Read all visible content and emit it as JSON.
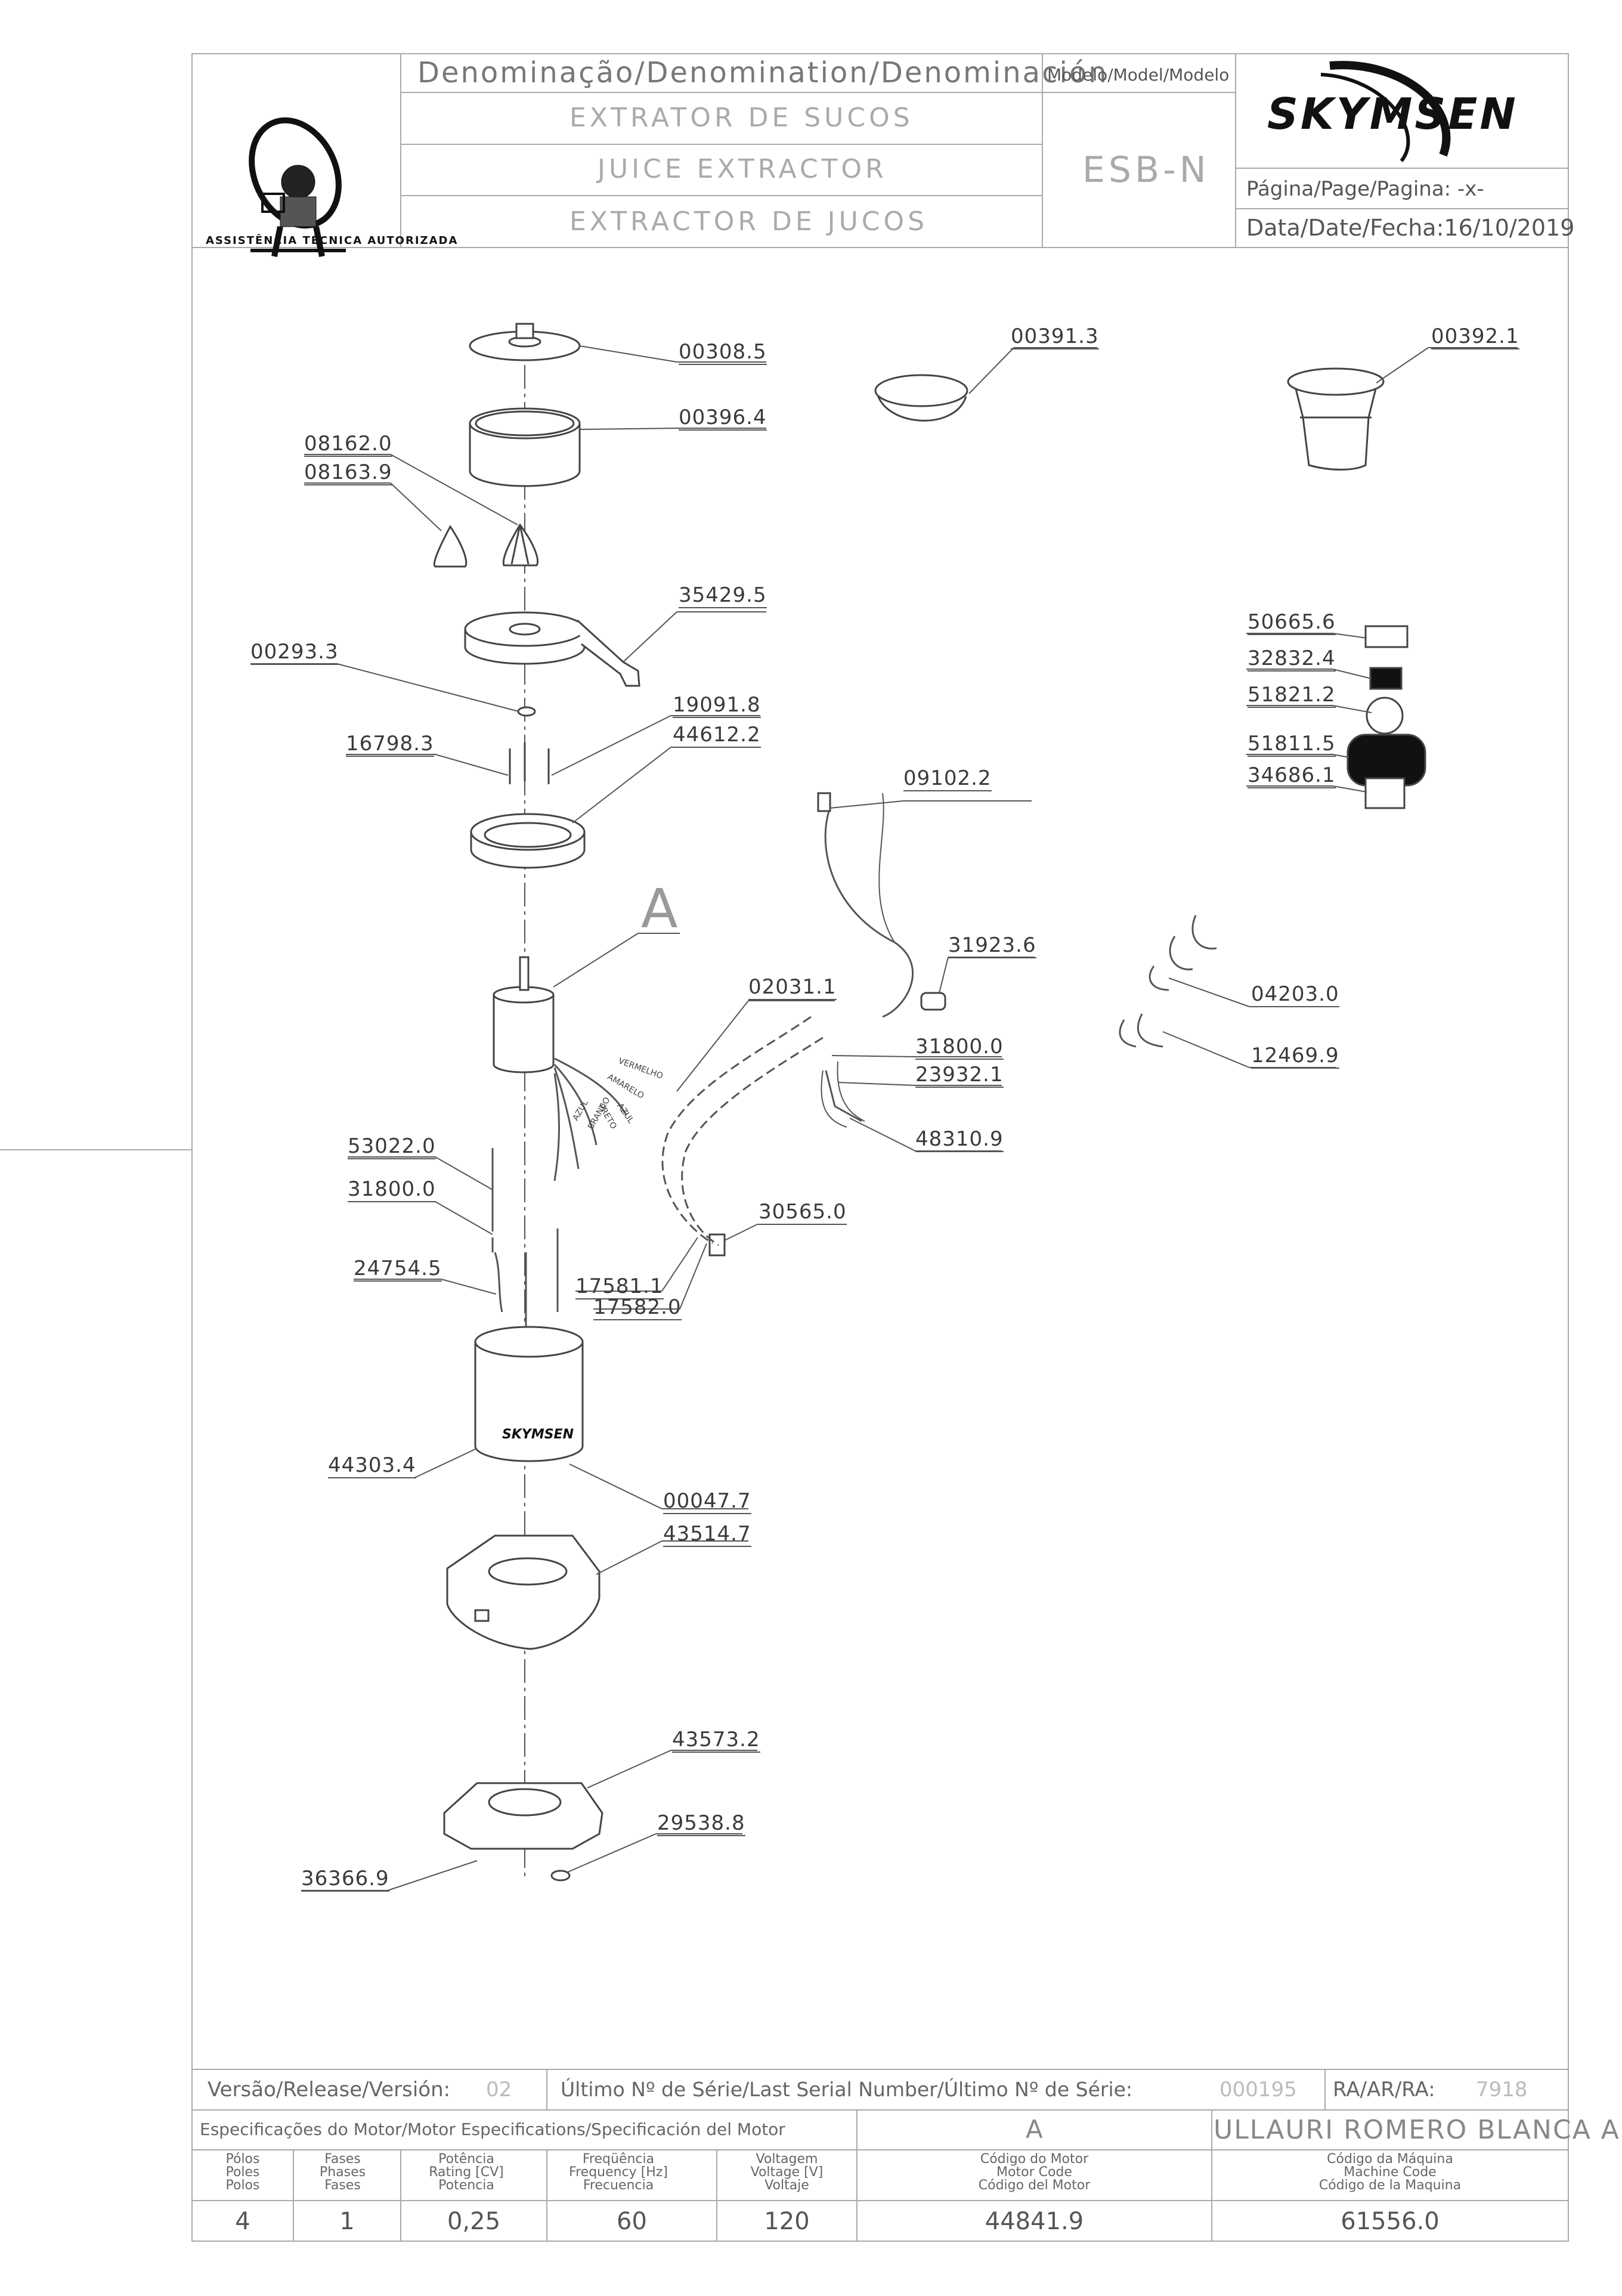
{
  "header": {
    "denomination_title": "Denominação/Denomination/Denominación",
    "name_pt": "EXTRATOR DE SUCOS",
    "name_en": "JUICE EXTRACTOR",
    "name_es": "EXTRACTOR DE JUCOS",
    "model_label": "Modelo/Model/Modelo",
    "model_value": "ESB-N",
    "brand": "SKYMSEN",
    "page_label": "Página/Page/Pagina: -x-",
    "date_label": "Data/Date/Fecha:16/10/2019",
    "seal_text": "ASSISTÊNCIA TÉCNICA AUTORIZADA"
  },
  "parts": {
    "p00308_5": "00308.5",
    "p00396_4": "00396.4",
    "p08162_0": "08162.0",
    "p08163_9": "08163.9",
    "p35429_5": "35429.5",
    "p00293_3": "00293.3",
    "p19091_8": "19091.8",
    "p16798_3": "16798.3",
    "p44612_2": "44612.2",
    "p00391_3": "00391.3",
    "p00392_1": "00392.1",
    "p50665_6": "50665.6",
    "p32832_4": "32832.4",
    "p51821_2": "51821.2",
    "p51811_5": "51811.5",
    "p34686_1": "34686.1",
    "p09102_2": "09102.2",
    "p31923_6": "31923.6",
    "p02031_1": "02031.1",
    "p31800_0a": "31800.0",
    "p23932_1": "23932.1",
    "p48310_9": "48310.9",
    "p04203_0": "04203.0",
    "p12469_9": "12469.9",
    "p53022_0": "53022.0",
    "p31800_0b": "31800.0",
    "p24754_5": "24754.5",
    "p30565_0": "30565.0",
    "p17581_1": "17581.1",
    "p17582_0": "17582.0",
    "p44303_4": "44303.4",
    "p00047_7": "00047.7",
    "p43514_7": "43514.7",
    "p43573_2": "43573.2",
    "p29538_8": "29538.8",
    "p36366_9": "36366.9"
  },
  "motor_label": "A",
  "wire_labels": [
    "VERMELHO",
    "AMARELO",
    "AZUL",
    "PRETO",
    "AZUL",
    "BRANCO"
  ],
  "footer": {
    "version_label": "Versão/Release/Versión:",
    "version_value": "02",
    "serial_label": "Último Nº de Série/Last Serial Number/Último Nº de Série:",
    "serial_value": "000195",
    "ra_label": "RA/AR/RA:",
    "ra_value": "7918",
    "motor_spec_label": "Especificações do Motor/Motor Especifications/Specificación del Motor",
    "motor_ref": "A",
    "owner": "ULLAURI ROMERO BLANCA A.",
    "columns": [
      {
        "h1": "Pólos",
        "h2": "Poles",
        "h3": "Polos",
        "value": "4"
      },
      {
        "h1": "Fases",
        "h2": "Phases",
        "h3": "Fases",
        "value": "1"
      },
      {
        "h1": "Potência",
        "h2": "Rating [CV]",
        "h3": "Potencia",
        "value": "0,25"
      },
      {
        "h1": "Freqüência",
        "h2": "Frequency [Hz]",
        "h3": "Frecuencia",
        "value": "60"
      },
      {
        "h1": "Voltagem",
        "h2": "Voltage [V]",
        "h3": "Voltaje",
        "value": "120"
      },
      {
        "h1": "Código do Motor",
        "h2": "Motor Code",
        "h3": "Código del Motor",
        "value": "44841.9"
      },
      {
        "h1": "Código da Máquina",
        "h2": "Machine Code",
        "h3": "Código de la Maquina",
        "value": "61556.0"
      }
    ]
  }
}
